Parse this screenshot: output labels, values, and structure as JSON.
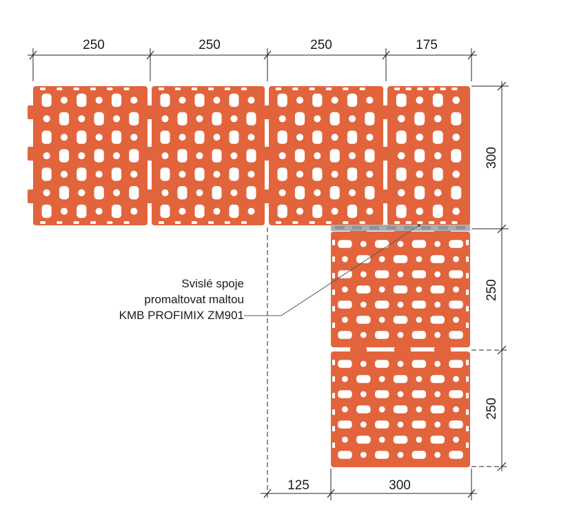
{
  "dimensions": {
    "top": [
      "250",
      "250",
      "250",
      "175"
    ],
    "right": [
      "300",
      "250",
      "250"
    ],
    "bottom": [
      "125",
      "300"
    ]
  },
  "note": {
    "line1": "Svislé spoje",
    "line2": "promaltovat maltou",
    "line3": "KMB PROFIMIX ZM901"
  },
  "colors": {
    "brick": "#e2643c",
    "mortar": "#a9aeb4",
    "line": "#222222"
  }
}
